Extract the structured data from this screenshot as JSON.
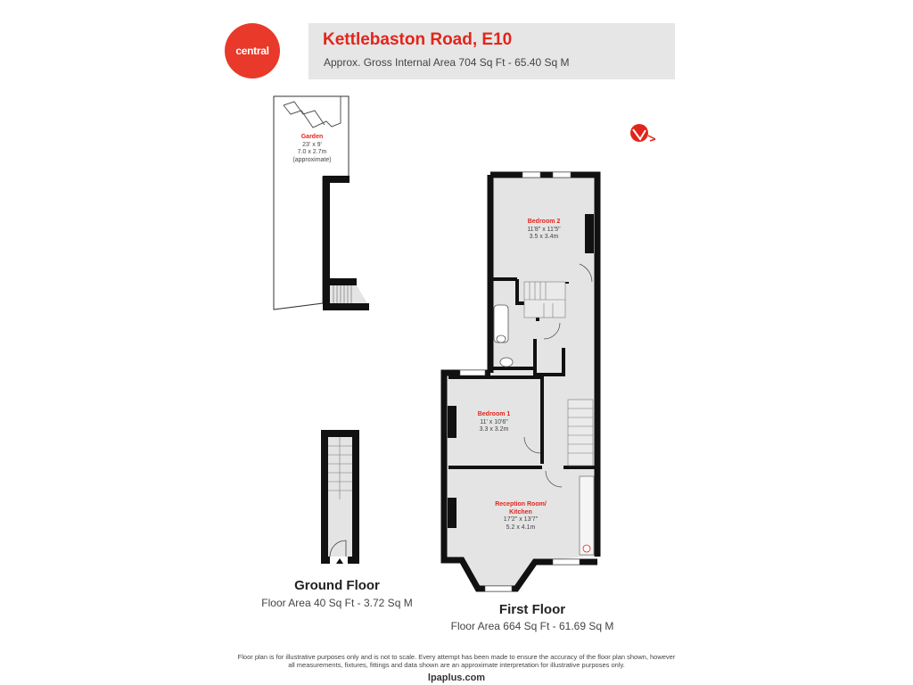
{
  "brand": {
    "logo_text": "central",
    "logo_color": "#e8392a"
  },
  "header": {
    "title": "Kettlebaston Road, E10",
    "subtitle": "Approx. Gross Internal Area 704 Sq Ft - 65.40 Sq M"
  },
  "rooms": {
    "garden": {
      "name": "Garden",
      "imperial": "23' x 9'",
      "metric": "7.0 x 2.7m",
      "note": "(approximate)"
    },
    "bedroom2": {
      "name": "Bedroom 2",
      "imperial": "11'8\" x 11'5\"",
      "metric": "3.5 x 3.4m"
    },
    "bedroom1": {
      "name": "Bedroom 1",
      "imperial": "11' x 10'6\"",
      "metric": "3.3 x 3.2m"
    },
    "reception": {
      "name_line1": "Reception Room/",
      "name_line2": "Kitchen",
      "imperial": "17'2\" x 13'7\"",
      "metric": "5.2 x 4.1m"
    }
  },
  "floors": {
    "ground": {
      "title": "Ground Floor",
      "area": "Floor Area 40 Sq Ft - 3.72 Sq M"
    },
    "first": {
      "title": "First Floor",
      "area": "Floor Area 664 Sq Ft - 61.69 Sq M"
    }
  },
  "footer": {
    "disclaimer_line1": "Floor plan is for illustrative purposes only and is not to scale. Every attempt has been made to ensure the accuracy of the floor plan shown, however",
    "disclaimer_line2": "all measurements, fixtures, fittings and data shown are an approximate interpretation for illustrative purposes only.",
    "website": "lpaplus.com"
  },
  "colors": {
    "accent": "#e2251b",
    "wall": "#111111",
    "floor": "#e4e4e4"
  },
  "icons": {
    "compass": "north-compass-icon"
  }
}
